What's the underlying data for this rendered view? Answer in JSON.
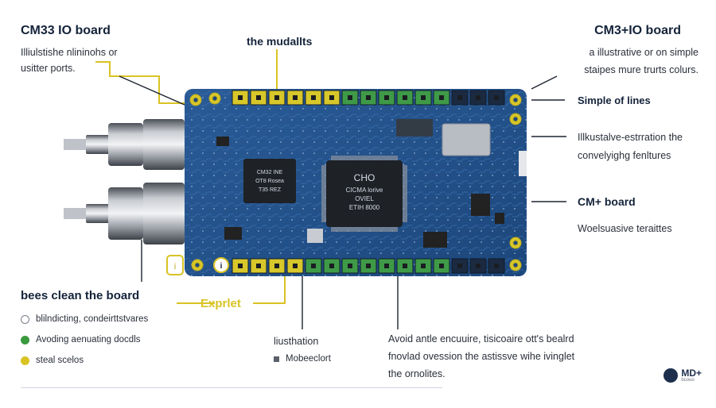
{
  "left_panel": {
    "title": "CM33 IO board",
    "line1": "Illiulstishe nlininohs or",
    "line2": "usitter ports."
  },
  "top_center_label": "the mudallts",
  "right_panel": {
    "title": "CM3+IO board",
    "line1": "a illustrative or on simple",
    "line2": "staipes mure trurts colurs."
  },
  "right_labels": {
    "simple_lines": "Simple of lines",
    "illustrative_line1": "Illkustalve-estrration the",
    "illustrative_line2": "convelyighg fenltures",
    "cm_board": "CM+ board",
    "woels": "Woelsuasive teraittes"
  },
  "bottom_left": {
    "title": "bees clean the board",
    "items": [
      {
        "label": "blilndicting, condeirttstvares",
        "color": "#ffffff"
      },
      {
        "label": "Avoding aenuating docdls",
        "color": "#3b9a3f"
      },
      {
        "label": "steal scelos",
        "color": "#d9c323"
      }
    ]
  },
  "exprlet_label": "Exprlet",
  "marker_label": "i",
  "illustration": {
    "title": "liusthation",
    "item": "Mobeeclort"
  },
  "bottom_right": {
    "line1": "Avoid antle encuuire, tisicoaire ott's bealrd",
    "line2": "fnovlad ovession the astissve wihe ivinglet",
    "line3": "the ornolites."
  },
  "chips": {
    "left_chip_line1": "CM32 INE",
    "left_chip_line2": "OT8 Rosea",
    "left_chip_line3": "T35 REZ",
    "main_chip_line1": "CHO",
    "main_chip_line2": "CICMA lorive",
    "main_chip_line3": "OVIEL",
    "main_chip_line4": "ETIH 8000"
  },
  "brand": {
    "main": "MD+",
    "sub": "bcouo"
  },
  "colors": {
    "board": "#214f88",
    "header_yellow": "#d8c72a",
    "header_green": "#3f9a47",
    "callout_yellow": "#d9c323",
    "text_dark": "#14233a"
  }
}
